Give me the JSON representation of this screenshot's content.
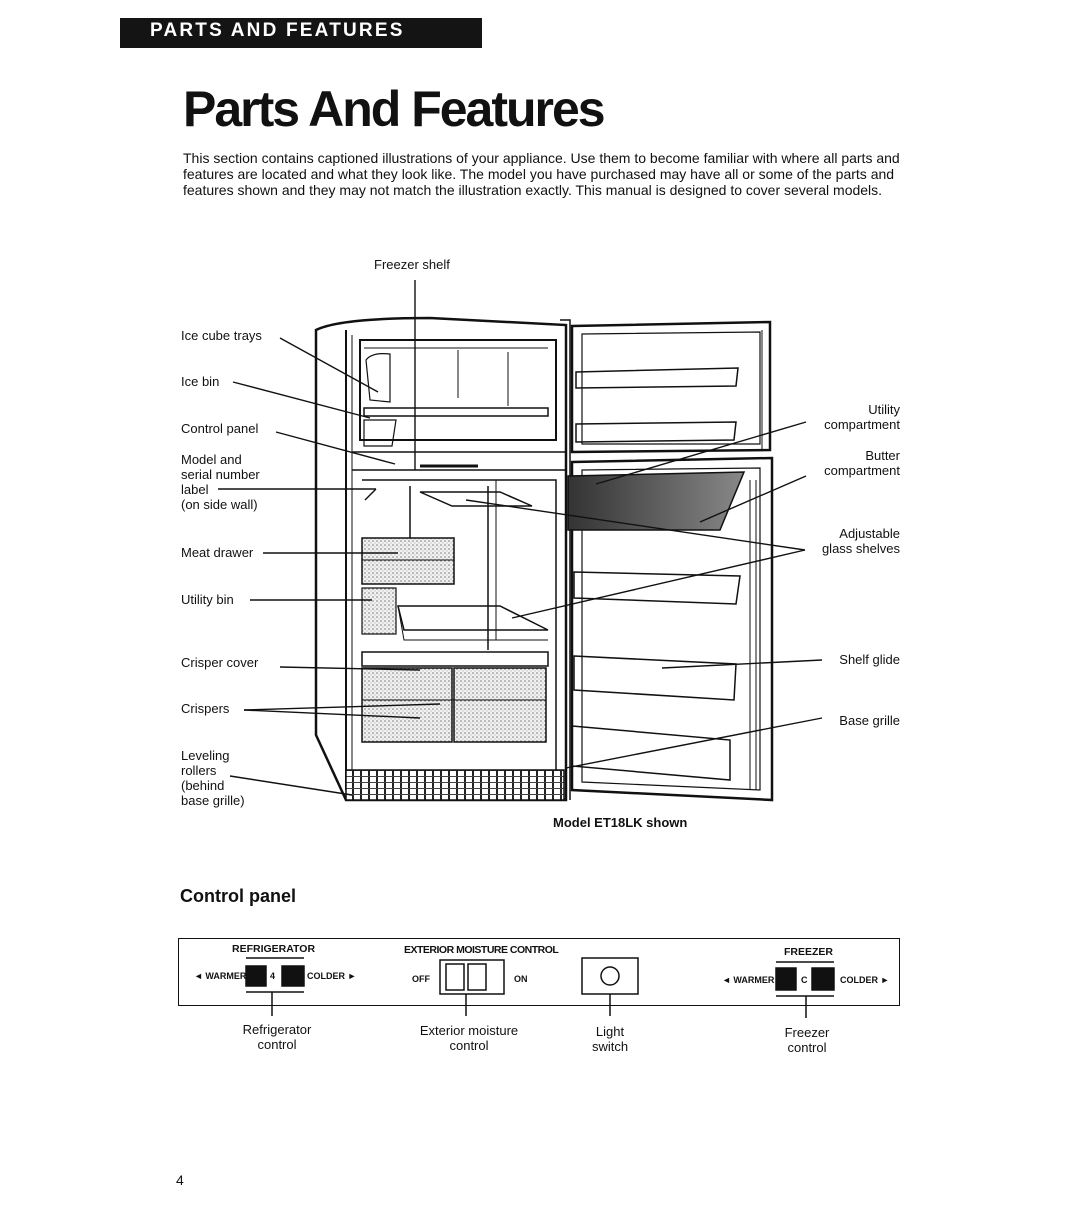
{
  "header": {
    "section_tab": "PARTS AND FEATURES",
    "title": "Parts And Features"
  },
  "intro": "This section contains captioned illustrations of your appliance. Use them to become familiar with where all parts and features are located and what they look like. The model you have purchased may have all or some of the parts and features shown and they may not match the illustration exactly. This manual is designed to cover several models.",
  "diagram": {
    "labels": {
      "freezer_shelf": "Freezer shelf",
      "ice_cube_trays": "Ice cube trays",
      "ice_bin": "Ice bin",
      "control_panel": "Control panel",
      "model_serial": [
        "Model and",
        "serial number",
        "label",
        "(on side wall)"
      ],
      "meat_drawer": "Meat drawer",
      "utility_bin": "Utility bin",
      "crisper_cover": "Crisper cover",
      "crispers": "Crispers",
      "leveling_rollers": [
        "Leveling",
        "rollers",
        "(behind",
        "base grille)"
      ],
      "utility_compartment": [
        "Utility",
        "compartment"
      ],
      "butter_compartment": [
        "Butter",
        "compartment"
      ],
      "adjustable_glass_shelves": [
        "Adjustable",
        "glass shelves"
      ],
      "shelf_glide": "Shelf glide",
      "base_grille": "Base grille"
    },
    "model_caption": "Model ET18LK shown"
  },
  "control_panel": {
    "title": "Control panel",
    "refrigerator": {
      "heading": "REFRIGERATOR",
      "warmer": "◄ WARMER",
      "setting": "4",
      "colder": "COLDER ►",
      "caption": [
        "Refrigerator",
        "control"
      ]
    },
    "exterior_moisture": {
      "heading": "EXTERIOR MOISTURE CONTROL",
      "off": "OFF",
      "on": "ON",
      "caption": [
        "Exterior moisture",
        "control"
      ]
    },
    "light_switch": {
      "caption": [
        "Light",
        "switch"
      ]
    },
    "freezer": {
      "heading": "FREEZER",
      "warmer": "◄ WARMER",
      "setting": "C",
      "colder": "COLDER ►",
      "caption": [
        "Freezer",
        "control"
      ]
    }
  },
  "footer": {
    "page_number": "4"
  }
}
